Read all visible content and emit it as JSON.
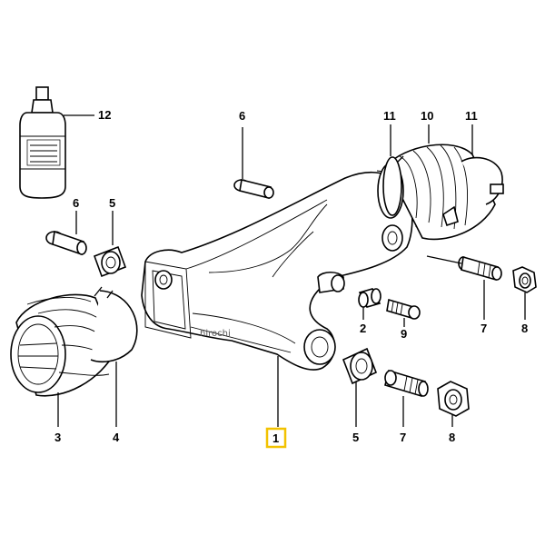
{
  "diagram": {
    "highlight_color": "#f2c200",
    "watermark": "hirochi",
    "callouts": [
      {
        "id": "c-12",
        "label": "12"
      },
      {
        "id": "c-6a",
        "label": "6"
      },
      {
        "id": "c-11a",
        "label": "11"
      },
      {
        "id": "c-10",
        "label": "10"
      },
      {
        "id": "c-11b",
        "label": "11"
      },
      {
        "id": "c-6b",
        "label": "6"
      },
      {
        "id": "c-5a",
        "label": "5"
      },
      {
        "id": "c-2",
        "label": "2"
      },
      {
        "id": "c-9",
        "label": "9"
      },
      {
        "id": "c-7a",
        "label": "7"
      },
      {
        "id": "c-8a",
        "label": "8"
      },
      {
        "id": "c-3",
        "label": "3"
      },
      {
        "id": "c-4",
        "label": "4"
      },
      {
        "id": "c-1",
        "label": "1"
      },
      {
        "id": "c-5b",
        "label": "5"
      },
      {
        "id": "c-7b",
        "label": "7"
      },
      {
        "id": "c-8b",
        "label": "8"
      }
    ]
  }
}
